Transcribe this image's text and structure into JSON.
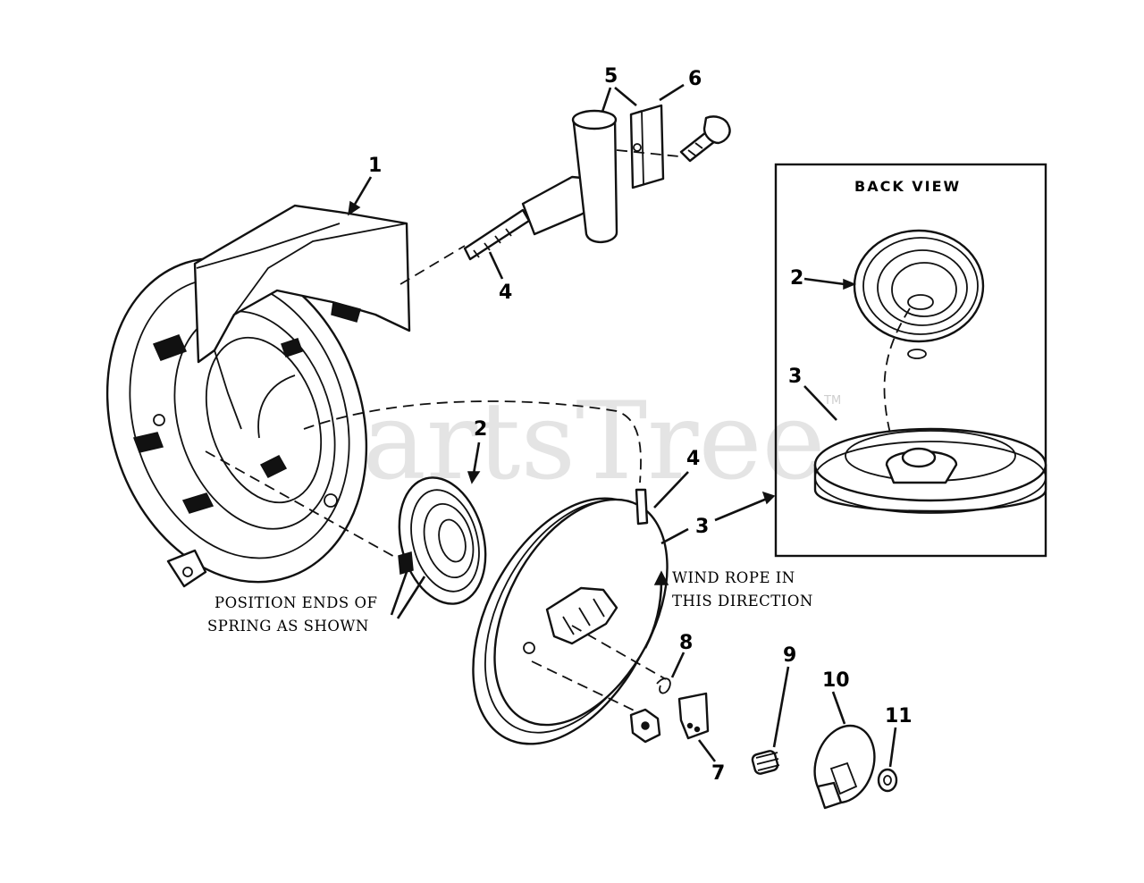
{
  "diagram": {
    "callouts": {
      "housing": "1",
      "spring_main": "2",
      "spring_back": "2",
      "pulley_main": "3",
      "pulley_back": "3",
      "rope_lower": "4",
      "rope_upper": "4",
      "handle": "5",
      "insert": "6",
      "plate": "7",
      "pawl_spring": "8",
      "brake_spring": "9",
      "retainer": "10",
      "clip": "11"
    },
    "back_view_title": "BACK VIEW",
    "notes": {
      "spring_line1": "POSITION ENDS OF",
      "spring_line2": "SPRING AS SHOWN",
      "rope_line1": "WIND ROPE IN",
      "rope_line2": "THIS DIRECTION"
    },
    "watermark": "PartsTree",
    "trademark": "TM"
  }
}
